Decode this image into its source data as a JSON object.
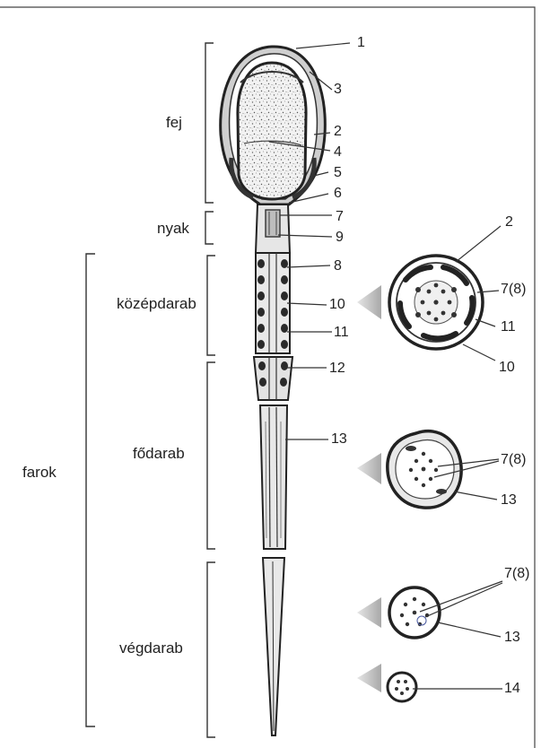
{
  "regions": {
    "fej": "fej",
    "nyak": "nyak",
    "kozepdarab": "középdarab",
    "fodarab": "fődarab",
    "vegdarab": "végdarab",
    "farok": "farok"
  },
  "callouts": {
    "n1": "1",
    "n3": "3",
    "n2_head": "2",
    "n4": "4",
    "n5": "5",
    "n6": "6",
    "n7": "7",
    "n9": "9",
    "n8": "8",
    "n10": "10",
    "n11": "11",
    "n12": "12",
    "n13": "13"
  },
  "cross_sections": {
    "midpiece": {
      "c2": "2",
      "c78": "7(8)",
      "c11": "11",
      "c10": "10"
    },
    "principal": {
      "c78": "7(8)",
      "c13": "13"
    },
    "endpiece": {
      "c78": "7(8)",
      "c13": "13"
    },
    "tip": {
      "c14": "14"
    }
  }
}
